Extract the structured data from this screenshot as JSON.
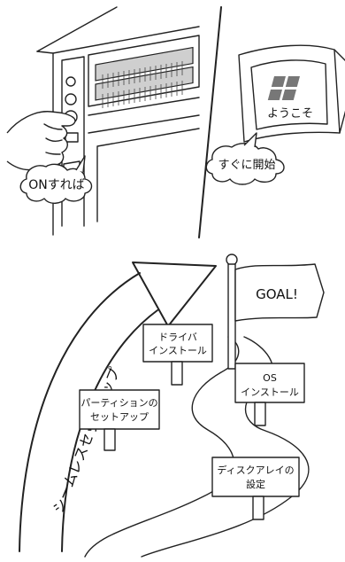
{
  "top_panel": {
    "power_bubble": "ONすれば",
    "start_bubble": "すぐに開始",
    "screen_text": "ようこそ",
    "screen_logo": "Windows-logo"
  },
  "bottom_panel": {
    "seamless_label": "シームレスセットアップ",
    "goal_flag": "GOAL!",
    "signs": {
      "driver_line1": "ドライバ",
      "driver_line2": "インストール",
      "os_line1": "OS",
      "os_line2": "インストール",
      "partition_line1": "パーティションの",
      "partition_line2": "セットアップ",
      "disk_line1": "ディスクアレイの",
      "disk_line2": "設定"
    }
  },
  "colors": {
    "line": "#222222",
    "gray": "#cfcfcf",
    "background": "#ffffff"
  }
}
